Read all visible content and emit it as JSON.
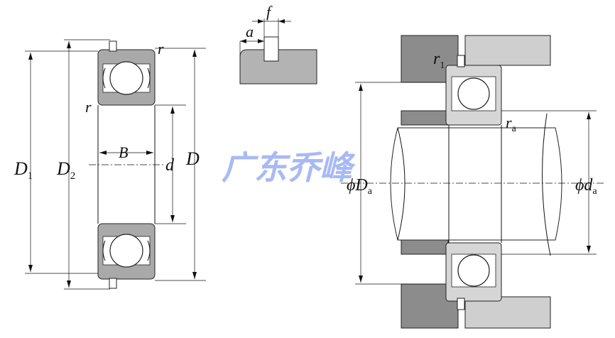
{
  "labels": {
    "D1": "D",
    "D1_sub": "1",
    "D2": "D",
    "D2_sub": "2",
    "B": "B",
    "d": "d",
    "D": "D",
    "r_top": "r",
    "r_side": "r",
    "a": "a",
    "f": "f",
    "r1": "r",
    "r1_sub": "1",
    "ra": "r",
    "ra_sub": "a",
    "Da_phi": "ϕ",
    "Da": "D",
    "Da_sub": "a",
    "da_phi": "ϕ",
    "da": "d",
    "da_sub": "a"
  },
  "watermark": "广东乔峰",
  "colors": {
    "watermark": "#2f57e6",
    "ring_fill": "#a9a9a9",
    "housing_fill": "#8c8c8c",
    "light_fill": "#d6d6d6"
  }
}
